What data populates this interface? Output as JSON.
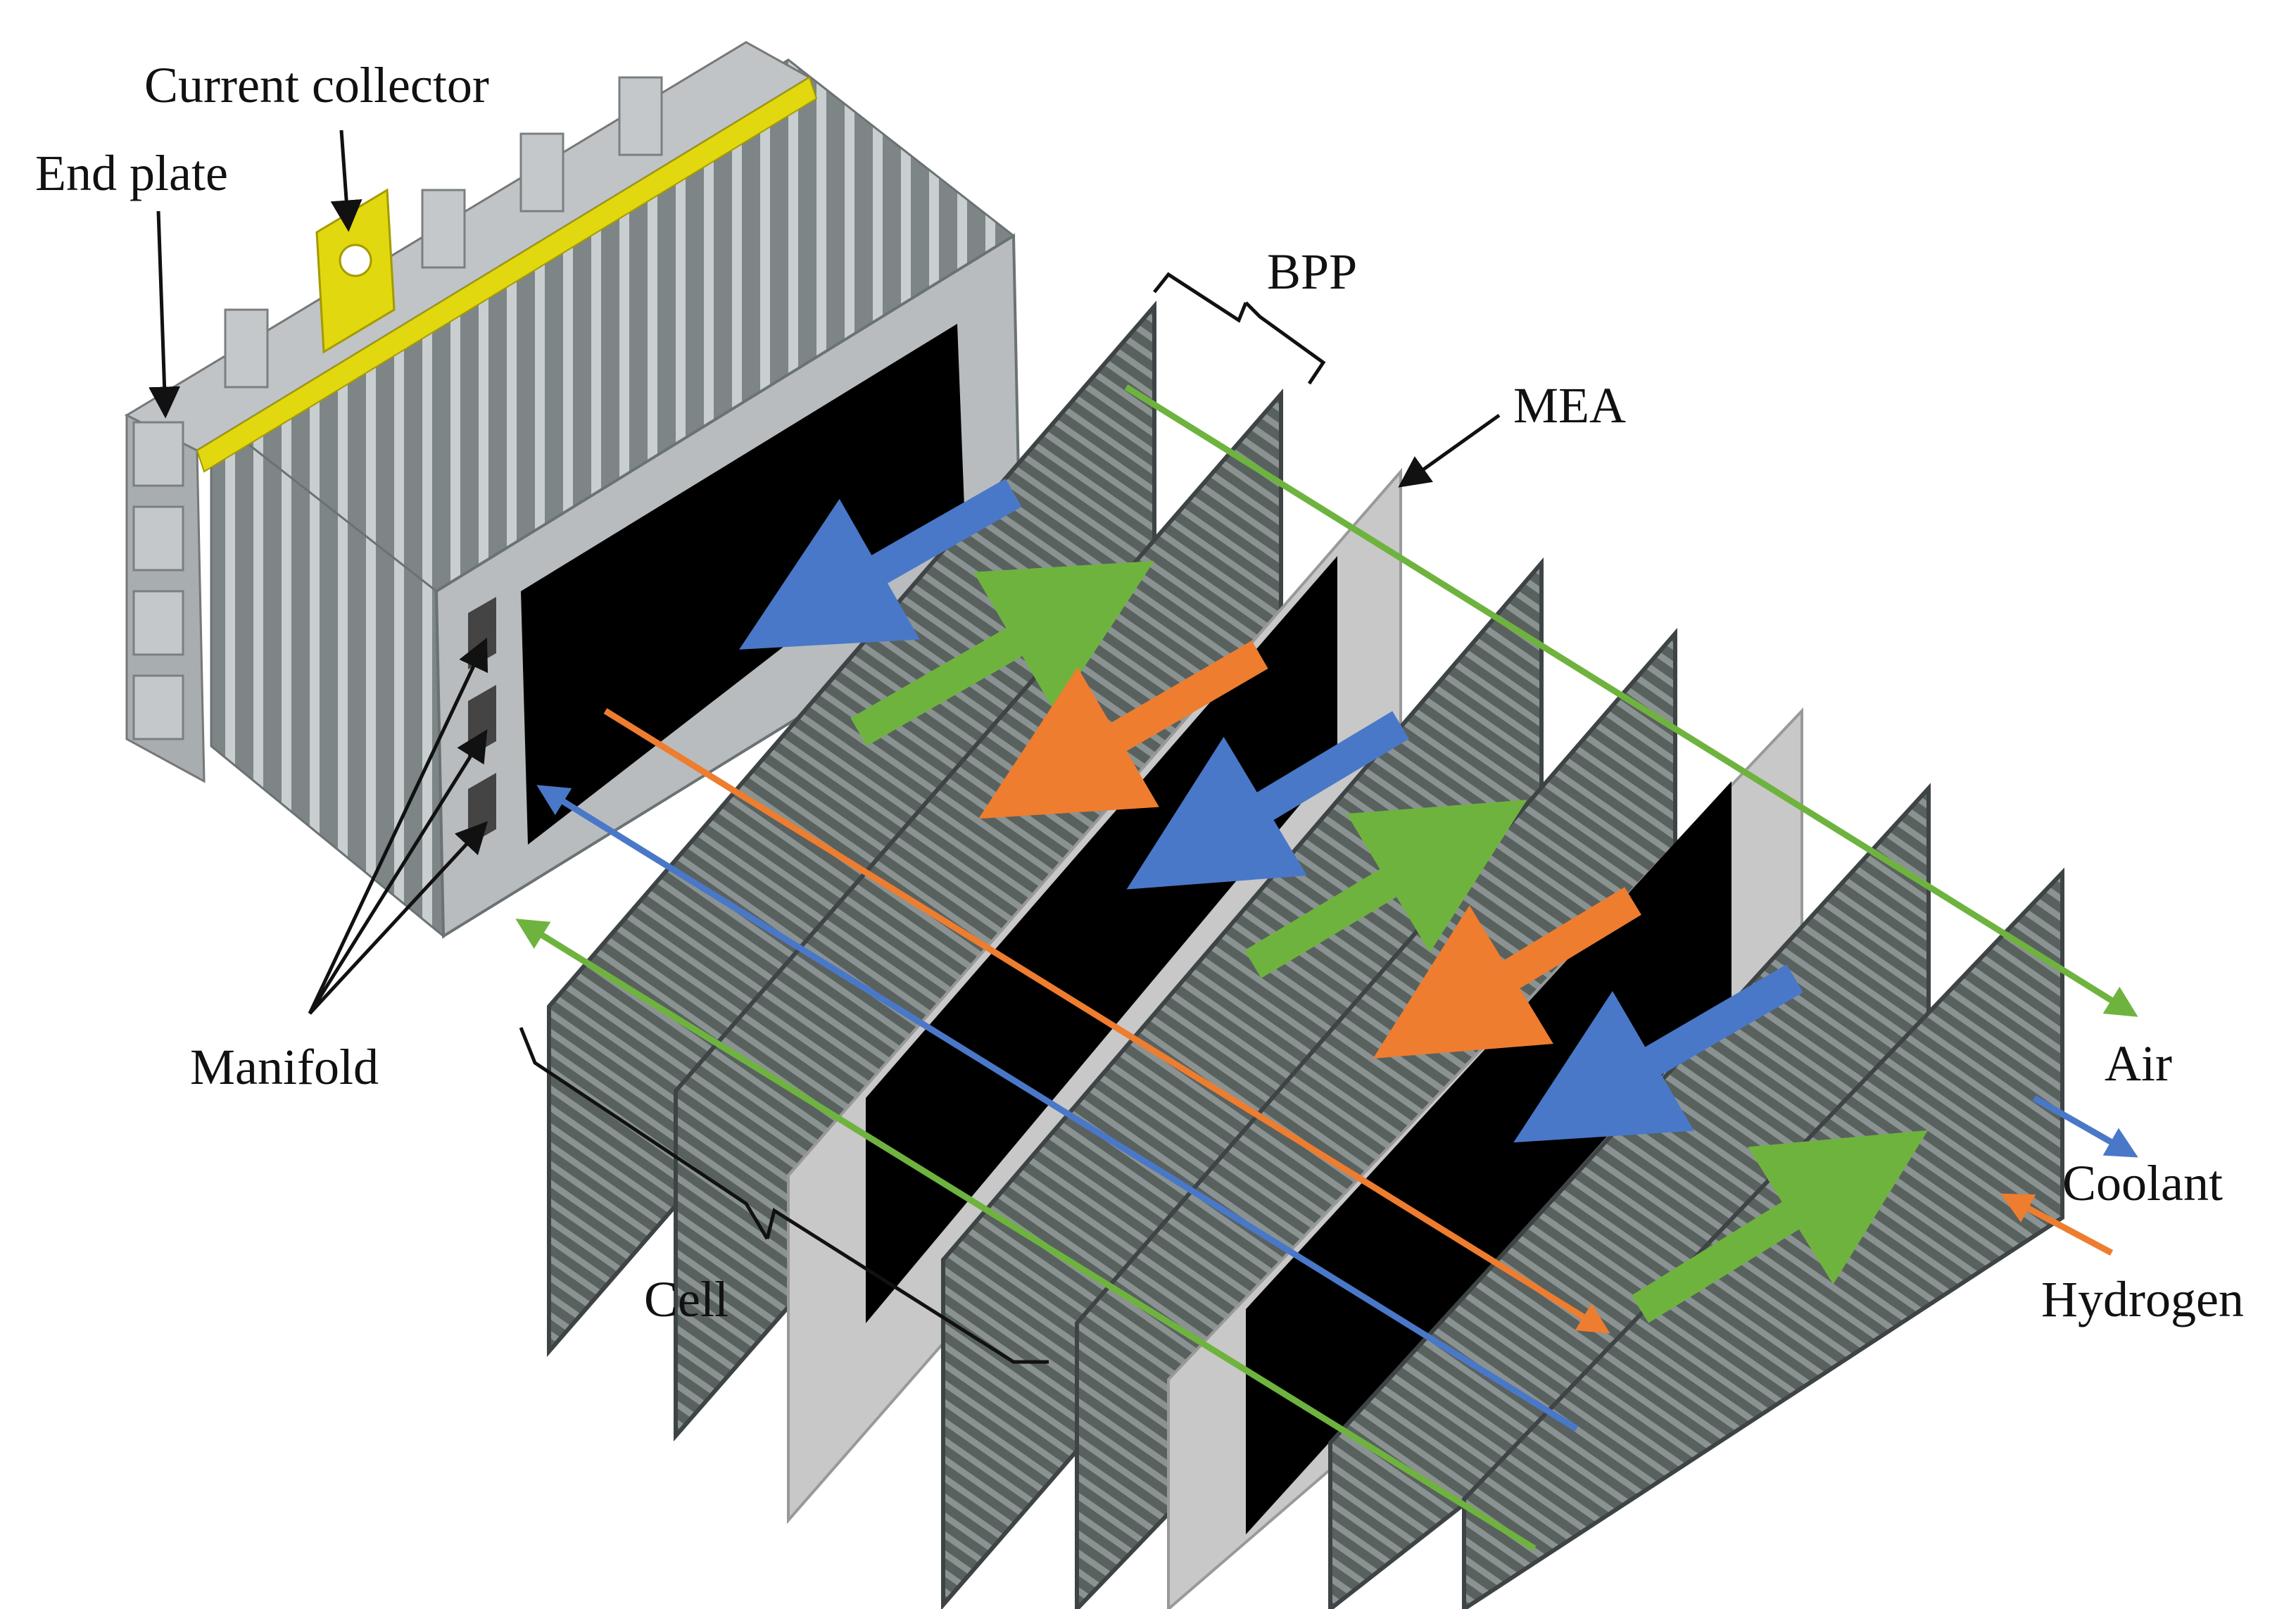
{
  "labels": {
    "current_collector": "Current collector",
    "end_plate": "End plate",
    "bpp": "BPP",
    "mea": "MEA",
    "manifold": "Manifold",
    "cell": "Cell",
    "air": "Air",
    "coolant": "Coolant",
    "hydrogen": "Hydrogen"
  },
  "colors": {
    "air": "#6fb33f",
    "coolant": "#4a78c8",
    "hydrogen": "#ee7d2f",
    "collector": "#e2d80f",
    "plate": "#5e6668",
    "mea_frame": "#c8c8c8",
    "mea_active": "#000000"
  },
  "icons": {
    "leader": "arrow-pointer",
    "brace": "curly-bracket"
  }
}
